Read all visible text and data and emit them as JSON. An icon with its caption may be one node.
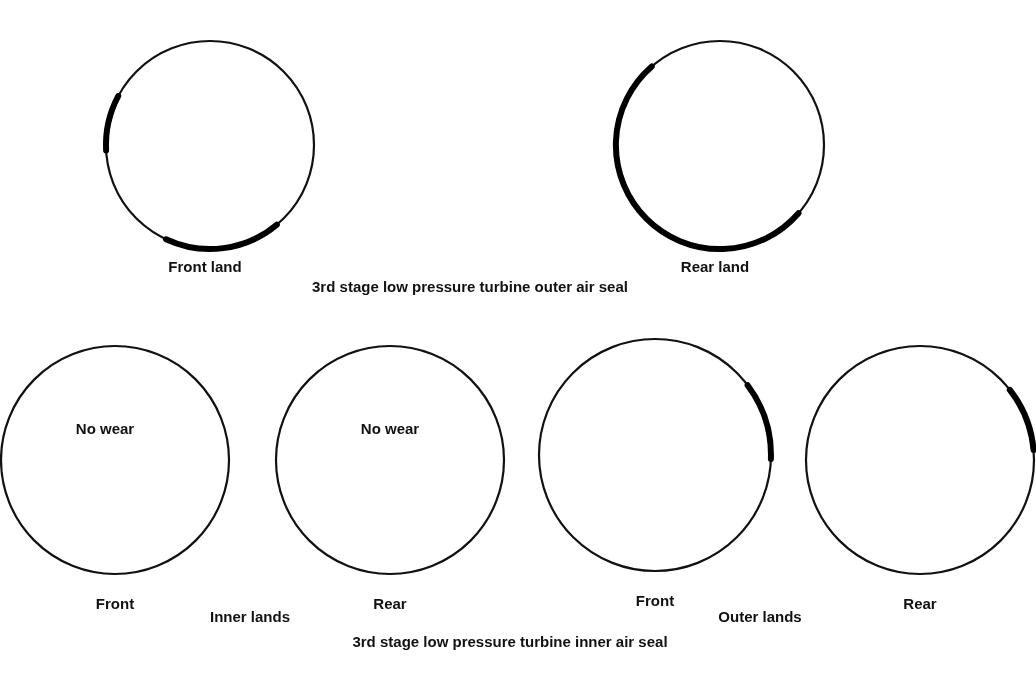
{
  "diagram": {
    "nodes": [
      {
        "text": [],
        "shape": "circle",
        "beside": [
          "Front land"
        ]
      },
      {
        "text": [],
        "shape": "circle",
        "beside": [
          "Rear land"
        ]
      },
      {
        "text": [
          "No wear"
        ],
        "beside": [
          "Front"
        ]
      },
      {
        "text": [
          "No wear"
        ],
        "beside": [
          "Rear"
        ]
      },
      {
        "text": [],
        "shape": "circle",
        "beside": [
          "Front"
        ]
      },
      {
        "text": [],
        "shape": "circle",
        "beside": [
          "Rear"
        ]
      }
    ],
    "edges": [],
    "labels": [
      "3rd stage low pressure turbine outer air seal",
      "Inner lands",
      "Outer lands",
      "3rd stage low pressure turbine inner air seal"
    ]
  }
}
